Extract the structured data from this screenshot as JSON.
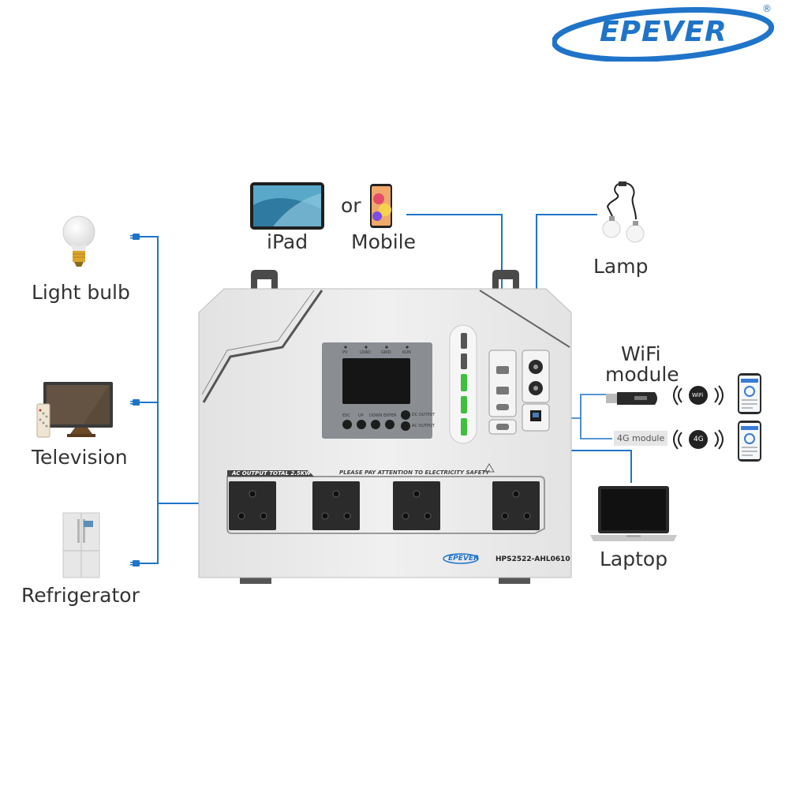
{
  "brand": {
    "name": "EPEVER",
    "registered": "®"
  },
  "devices": {
    "ipad": "iPad",
    "or": "or",
    "mobile": "Mobile",
    "lamp": "Lamp",
    "wifi_module_line1": "WiFi",
    "wifi_module_line2": "module",
    "module_4g": "4G module",
    "laptop": "Laptop",
    "light_bulb": "Light bulb",
    "television": "Television",
    "refrigerator": "Refrigerator"
  },
  "signals": {
    "wifi": "WiFi",
    "g4": "4G"
  },
  "unit": {
    "model": "HPS2522-AHL0610",
    "ac_output_header": "AC OUTPUT TOTAL 2.5KW",
    "safety_notice": "PLEASE PAY ATTENTION TO ELECTRICITY SAFETY",
    "indicators": [
      "PV",
      "LOAD",
      "GRID",
      "RUN"
    ],
    "buttons": [
      "ESC",
      "UP",
      "DOWN",
      "ENTER"
    ],
    "dc_output": "DC OUTPUT",
    "ac_output": "AC OUTPUT"
  },
  "colors": {
    "accent": "#1f74c9",
    "panel": "#ececec",
    "socket": "#2b2b2b",
    "led": "#3fbf3f"
  }
}
